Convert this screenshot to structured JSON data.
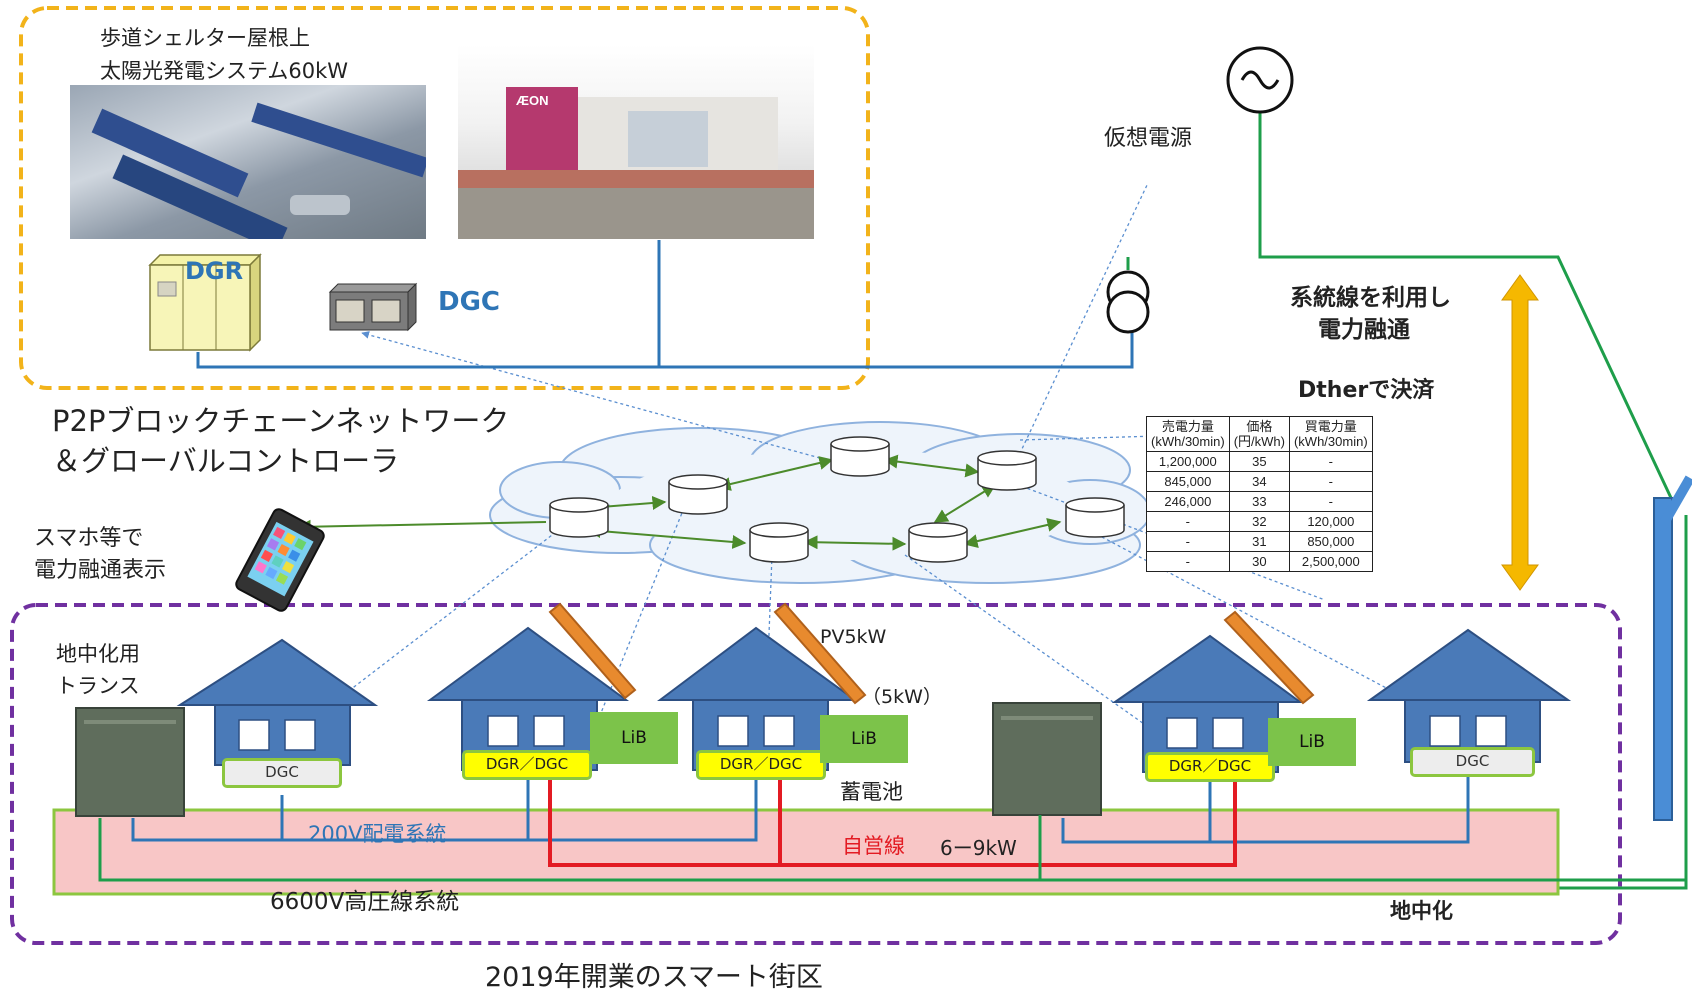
{
  "labels": {
    "pv_system_line1": "歩道シェルター屋根上",
    "pv_system_line2": "太陽光発電システム60kW",
    "dgr_box": "DGR",
    "dgc_main": "DGC",
    "virtual_power": "仮想電源",
    "grid_trade_line1": "系統線を利用し",
    "grid_trade_line2": "電力融通",
    "dther_payment": "Dtherで決済",
    "p2p_line1": "P2Pブロックチェーンネットワーク",
    "p2p_line2": "＆グローバルコントローラ",
    "smartphone_line1": "スマホ等で",
    "smartphone_line2": "電力融通表示",
    "transformer_line1": "地中化用",
    "transformer_line2": "トランス",
    "pv5kw": "PV5kW",
    "five_kw": "（5kW）",
    "battery": "蓄電池",
    "line_200v": "200V配電系統",
    "private_line": "自営線",
    "six_nine_kw": "6ー9kW",
    "line_6600v": "6600V高圧線系統",
    "underground": "地中化",
    "caption": "2019年開業のスマート街区",
    "aeon_sign": "ÆON"
  },
  "houses": [
    {
      "label": "DGC",
      "kind": "dgc"
    },
    {
      "label": "DGR／DGC",
      "kind": "dual"
    },
    {
      "label": "DGR／DGC",
      "kind": "dual"
    },
    {
      "label": "DGR／DGC",
      "kind": "dual"
    },
    {
      "label": "DGC",
      "kind": "dgc"
    }
  ],
  "lib_label": "LiB",
  "price_table": {
    "headers": [
      [
        "売電力量",
        "(kWh/30min)"
      ],
      [
        "価格",
        "(円/kWh)"
      ],
      [
        "買電力量",
        "(kWh/30min)"
      ]
    ],
    "rows": [
      [
        "1,200,000",
        "35",
        "-"
      ],
      [
        "845,000",
        "34",
        "-"
      ],
      [
        "246,000",
        "33",
        "-"
      ],
      [
        "-",
        "32",
        "120,000"
      ],
      [
        "-",
        "31",
        "850,000"
      ],
      [
        "-",
        "30",
        "2,500,000"
      ]
    ]
  },
  "colors": {
    "distribution_blue": "#2e75b6",
    "green_line": "#1e9e4a",
    "private_red": "#e31b23",
    "house_blue": "#4a7ab8",
    "dashed_orange": "#f2b31a",
    "dashed_purple": "#7030a0",
    "panel_orange": "#e88a2e",
    "lib_green": "#7cc34a",
    "arrow_yellow": "#f5b800",
    "pink_area": "#f8c6c6"
  }
}
